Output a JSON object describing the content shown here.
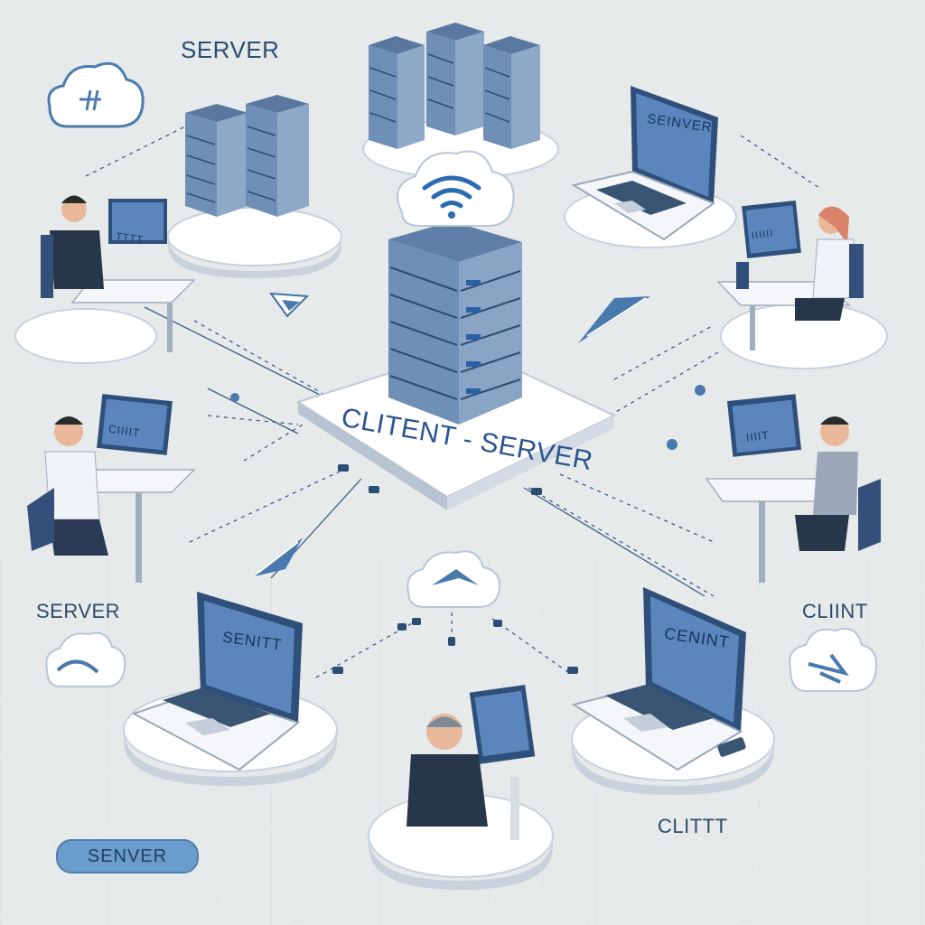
{
  "labels": {
    "top_left": "SERVER",
    "left": "SERVER",
    "right": "CLIINT",
    "bottom_right": "CLITTT",
    "bottom_left_pill": "SENVER",
    "hub": "CLITENT - SERVER"
  },
  "screens": {
    "top_right_laptop": "SEINVER",
    "bottom_left_laptop": "SENITT",
    "bottom_right_laptop": "CENINT",
    "left_top_monitor": "TTTT",
    "left_mid_monitor": "CIIIIT",
    "right_mid_monitor": "IIIIT",
    "right_top_monitor": "IIIIII"
  },
  "colors": {
    "background": "#e6eaea",
    "platform": "#ffffff",
    "server_blue": "#6f8fb6",
    "screen_blue": "#5b86bd",
    "accent": "#2a5590"
  }
}
